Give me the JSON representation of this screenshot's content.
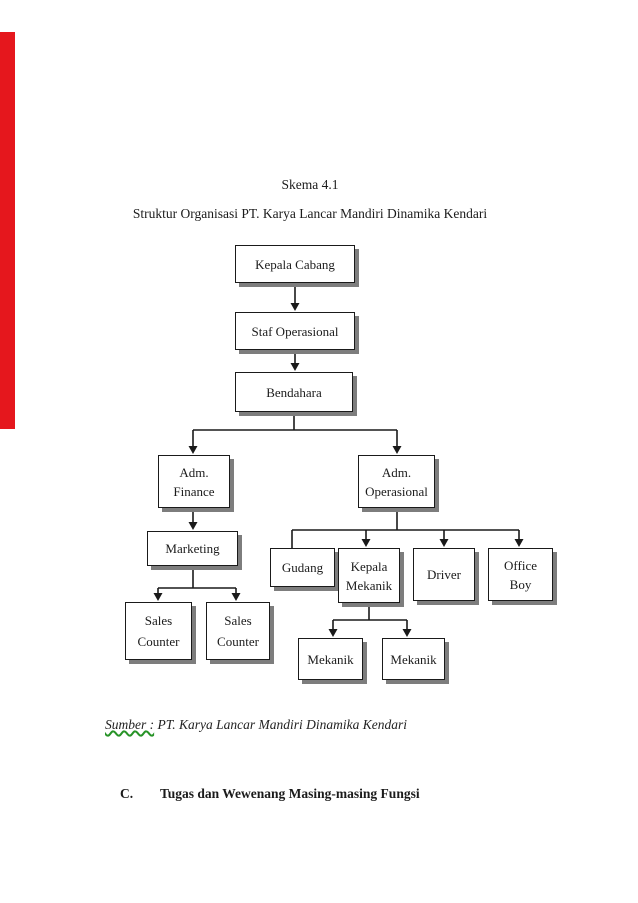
{
  "page": {
    "title_line1": "Skema 4.1",
    "title_line2": "Struktur Organisasi PT. Karya Lancar Mandiri Dinamika Kendari",
    "source_label": "Sumber :",
    "source_text": " PT. Karya Lancar Mandiri Dinamika Kendari",
    "section_marker": "C.",
    "section_heading": "Tugas dan Wewenang Masing-masing Fungsi"
  },
  "colors": {
    "accent_stripe": "#e5171d",
    "box_border": "#1a1a1a",
    "box_shadow": "#7d7d7d",
    "text": "#1b1b1b",
    "spellcheck_underline": "#279327"
  },
  "org_chart": {
    "nodes": [
      {
        "id": "kepala-cabang",
        "label": "Kepala Cabang"
      },
      {
        "id": "staf-operasional",
        "label": "Staf Operasional"
      },
      {
        "id": "bendahara",
        "label": "Bendahara"
      },
      {
        "id": "adm-finance",
        "label": "Adm.\nFinance"
      },
      {
        "id": "adm-operasional",
        "label": "Adm.\nOperasional"
      },
      {
        "id": "marketing",
        "label": "Marketing"
      },
      {
        "id": "sales-counter-1",
        "label": "Sales\nCounter"
      },
      {
        "id": "sales-counter-2",
        "label": "Sales\nCounter"
      },
      {
        "id": "gudang",
        "label": "Gudang"
      },
      {
        "id": "kepala-mekanik",
        "label": "Kepala\nMekanik"
      },
      {
        "id": "driver",
        "label": "Driver"
      },
      {
        "id": "office-boy",
        "label": "Office\nBoy"
      },
      {
        "id": "mekanik-1",
        "label": "Mekanik"
      },
      {
        "id": "mekanik-2",
        "label": "Mekanik"
      }
    ],
    "edges": [
      [
        "kepala-cabang",
        "staf-operasional"
      ],
      [
        "staf-operasional",
        "bendahara"
      ],
      [
        "bendahara",
        "adm-finance"
      ],
      [
        "bendahara",
        "adm-operasional"
      ],
      [
        "adm-finance",
        "marketing"
      ],
      [
        "marketing",
        "sales-counter-1"
      ],
      [
        "marketing",
        "sales-counter-2"
      ],
      [
        "adm-operasional",
        "gudang"
      ],
      [
        "adm-operasional",
        "kepala-mekanik"
      ],
      [
        "adm-operasional",
        "driver"
      ],
      [
        "adm-operasional",
        "office-boy"
      ],
      [
        "kepala-mekanik",
        "mekanik-1"
      ],
      [
        "kepala-mekanik",
        "mekanik-2"
      ]
    ]
  }
}
